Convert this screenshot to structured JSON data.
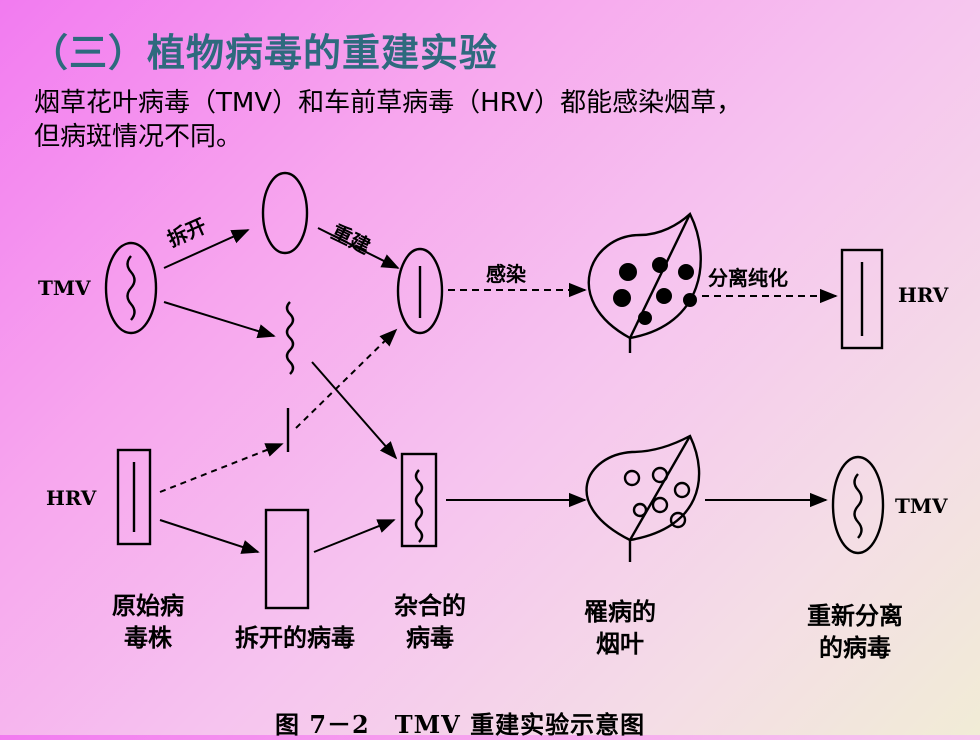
{
  "title": "（三）植物病毒的重建实验",
  "intro": {
    "line1": "烟草花叶病毒（TMV）和车前草病毒（HRV）都能感染烟草，",
    "line2": "但病斑情况不同。"
  },
  "diagram": {
    "tmv_left": "TMV",
    "hrv_left": "HRV",
    "hrv_right": "HRV",
    "tmv_right": "TMV",
    "split_arrow": "拆开",
    "rebuild_arrow": "重建",
    "infect_arrow": "感染",
    "purify_arrow": "分离纯化"
  },
  "captions": {
    "original_strain_1": "原始病",
    "original_strain_2": "毒株",
    "split_virus": "拆开的病毒",
    "hybrid_1": "杂合的",
    "hybrid_2": "病毒",
    "infected_leaf_1": "罹病的",
    "infected_leaf_2": "烟叶",
    "reisolated_1": "重新分离",
    "reisolated_2": "的病毒"
  },
  "figure_caption": "图 7－2　TMV 重建实验示意图"
}
